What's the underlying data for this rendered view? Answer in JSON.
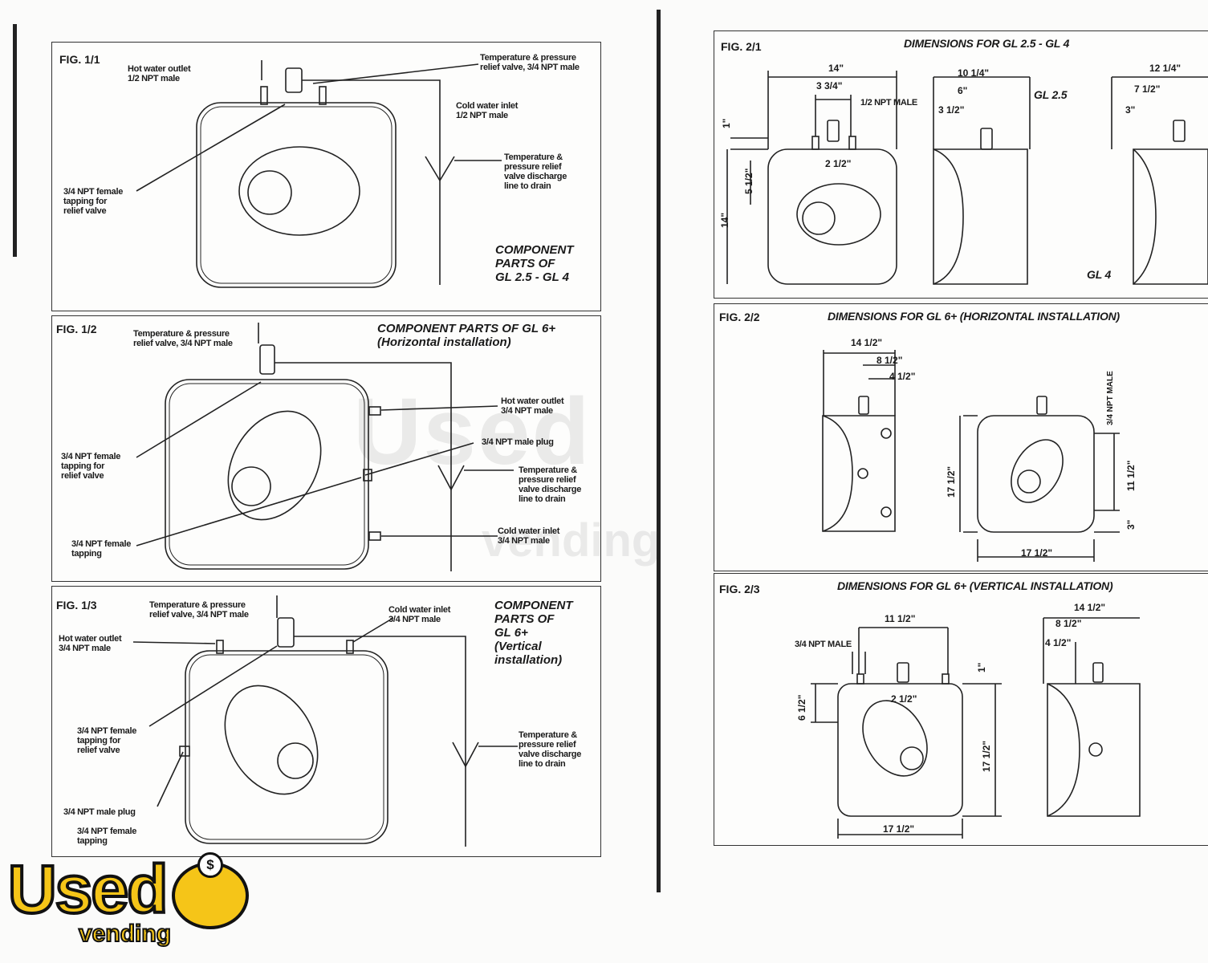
{
  "fig11": {
    "title": "FIG. 1/1",
    "hot_outlet": "Hot water outlet\n1/2 NPT male",
    "tp_valve": "Temperature & pressure\nrelief valve, 3/4 NPT male",
    "cold_inlet": "Cold water inlet\n1/2 NPT male",
    "discharge": "Temperature &\npressure relief\nvalve discharge\nline to drain",
    "tapping": "3/4 NPT female\ntapping for\nrelief valve",
    "caption": "COMPONENT\nPARTS OF\nGL 2.5 - GL 4"
  },
  "fig12": {
    "title": "FIG. 1/2",
    "heading": "COMPONENT PARTS OF GL 6+\n(Horizontal installation)",
    "tp_valve": "Temperature & pressure\nrelief valve, 3/4 NPT male",
    "hot_outlet": "Hot water outlet\n3/4 NPT male",
    "male_plug": "3/4 NPT male plug",
    "tapping": "3/4 NPT female\ntapping for\nrelief valve",
    "discharge": "Temperature &\npressure relief\nvalve discharge\nline to drain",
    "female_tapping": "3/4 NPT female\ntapping",
    "cold_inlet": "Cold water inlet\n3/4 NPT male"
  },
  "fig13": {
    "title": "FIG. 1/3",
    "tp_valve": "Temperature & pressure\nrelief valve, 3/4 NPT male",
    "cold_inlet": "Cold water inlet\n3/4 NPT male",
    "caption": "COMPONENT\nPARTS OF\nGL 6+\n(Vertical\ninstallation)",
    "hot_outlet": "Hot water outlet\n3/4 NPT male",
    "tapping": "3/4 NPT female\ntapping for\nrelief valve",
    "discharge": "Temperature &\npressure relief\nvalve discharge\nline to drain",
    "male_plug": "3/4 NPT male plug",
    "female_tapping": "3/4 NPT female\ntapping"
  },
  "fig21": {
    "title": "FIG. 2/1",
    "heading": "DIMENSIONS FOR GL 2.5 - GL 4",
    "d14": "14\"",
    "d334": "3 3/4\"",
    "npt": "1/2 NPT MALE",
    "d1": "1\"",
    "d212": "2 1/2\"",
    "d512": "5 1/2\"",
    "d14v": "14\"",
    "d1014": "10 1/4\"",
    "d6": "6\"",
    "d312": "3 1/2\"",
    "gl25": "GL 2.5",
    "d1214": "12 1/4\"",
    "d712": "7 1/2\"",
    "d3": "3\"",
    "gl4": "GL 4"
  },
  "fig22": {
    "title": "FIG. 2/2",
    "heading": "DIMENSIONS FOR GL 6+ (HORIZONTAL INSTALLATION)",
    "d1412": "14 1/2\"",
    "d812": "8 1/2\"",
    "d412": "4 1/2\"",
    "d1712v": "17 1/2\"",
    "npt": "3/4 NPT MALE",
    "d1112": "11 1/2\"",
    "d3": "3\"",
    "d1712": "17 1/2\""
  },
  "fig23": {
    "title": "FIG. 2/3",
    "heading": "DIMENSIONS FOR GL 6+ (VERTICAL INSTALLATION)",
    "d1112": "11 1/2\"",
    "npt": "3/4 NPT MALE",
    "d1": "1\"",
    "d612": "6 1/2\"",
    "d212": "2 1/2\"",
    "d1712v": "17 1/2\"",
    "d1712": "17 1/2\"",
    "d1412": "14 1/2\"",
    "d812": "8 1/2\"",
    "d412": "4 1/2\""
  },
  "watermark": {
    "used": "Used",
    "vending": "vending"
  },
  "logo": {
    "used": "Used",
    "vending": "vending",
    "coin": "$"
  }
}
